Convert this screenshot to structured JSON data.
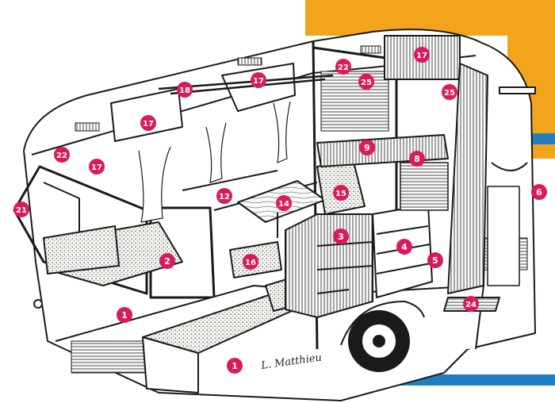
{
  "colors": {
    "accent_yellow": "#f2a51c",
    "accent_blue": "#1f7fc0",
    "marker_fill": "#d81b5c",
    "marker_text": "#ffffff",
    "line": "#1a1a1a"
  },
  "signature": "L. Matthieu",
  "callouts": [
    {
      "id": "c1a",
      "label": "1"
    },
    {
      "id": "c1b",
      "label": "1"
    },
    {
      "id": "c2",
      "label": "2"
    },
    {
      "id": "c3",
      "label": "3"
    },
    {
      "id": "c4",
      "label": "4"
    },
    {
      "id": "c5",
      "label": "5"
    },
    {
      "id": "c6",
      "label": "6"
    },
    {
      "id": "c8",
      "label": "8"
    },
    {
      "id": "c9",
      "label": "9"
    },
    {
      "id": "c12",
      "label": "12"
    },
    {
      "id": "c14",
      "label": "14"
    },
    {
      "id": "c15",
      "label": "15"
    },
    {
      "id": "c16",
      "label": "16"
    },
    {
      "id": "c17a",
      "label": "17"
    },
    {
      "id": "c17b",
      "label": "17"
    },
    {
      "id": "c17c",
      "label": "17"
    },
    {
      "id": "c17d",
      "label": "17"
    },
    {
      "id": "c18",
      "label": "18"
    },
    {
      "id": "c21",
      "label": "21"
    },
    {
      "id": "c22a",
      "label": "22"
    },
    {
      "id": "c22b",
      "label": "22"
    },
    {
      "id": "c24",
      "label": "24"
    },
    {
      "id": "c25a",
      "label": "25"
    },
    {
      "id": "c25b",
      "label": "25"
    }
  ]
}
